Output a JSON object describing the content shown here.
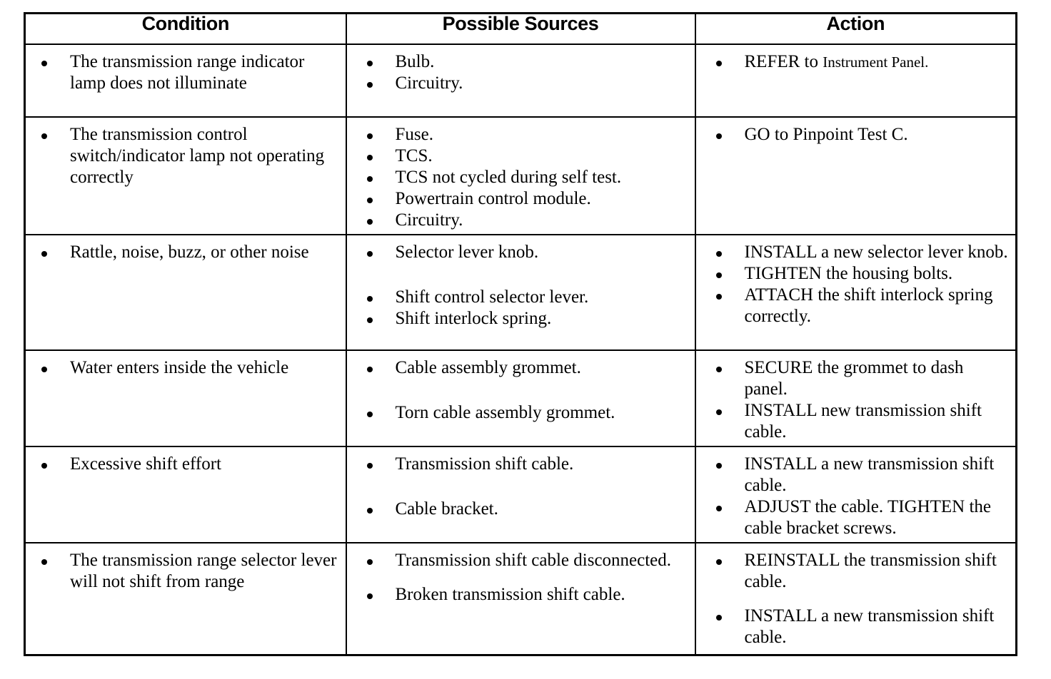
{
  "document": {
    "type": "diagnostic-table",
    "headers": {
      "condition": "Condition",
      "possible_sources": "Possible Sources",
      "action": "Action"
    },
    "rows": [
      {
        "condition": [
          "The transmission range indicator lamp does not illuminate"
        ],
        "sources": [
          "Bulb.",
          "Circuitry."
        ],
        "action_prefix": "REFER to ",
        "action_ref": "Instrument Panel.",
        "actions": []
      },
      {
        "condition": [
          "The transmission control switch/indicator lamp not operating correctly"
        ],
        "sources": [
          "Fuse.",
          "TCS.",
          "TCS not cycled during self test.",
          "Powertrain control module.",
          "Circuitry."
        ],
        "actions": [
          "GO to Pinpoint Test C."
        ]
      },
      {
        "condition": [
          "Rattle, noise, buzz, or other noise"
        ],
        "sources": [
          "Selector lever knob.",
          "Shift control selector lever.",
          "Shift interlock spring."
        ],
        "actions": [
          "INSTALL a new selector lever knob.",
          "TIGHTEN the housing bolts.",
          "ATTACH the shift interlock spring correctly."
        ]
      },
      {
        "condition": [
          "Water enters inside the vehicle"
        ],
        "sources": [
          "Cable assembly grommet.",
          "Torn cable assembly grommet."
        ],
        "actions": [
          "SECURE the grommet to dash panel.",
          "INSTALL new transmission shift cable."
        ]
      },
      {
        "condition": [
          "Excessive shift effort"
        ],
        "sources": [
          "Transmission shift cable.",
          "Cable bracket."
        ],
        "actions": [
          "INSTALL a new transmission shift cable.",
          "ADJUST the cable. TIGHTEN the cable bracket screws."
        ]
      },
      {
        "condition": [
          "The transmission range selector lever will not shift from range"
        ],
        "sources": [
          "Transmission shift cable disconnected.",
          "Broken transmission shift cable."
        ],
        "actions": [
          "REINSTALL the transmission shift cable.",
          "INSTALL a new transmission shift cable."
        ]
      }
    ],
    "colors": {
      "ink": "#000000",
      "paper": "#ffffff"
    }
  }
}
